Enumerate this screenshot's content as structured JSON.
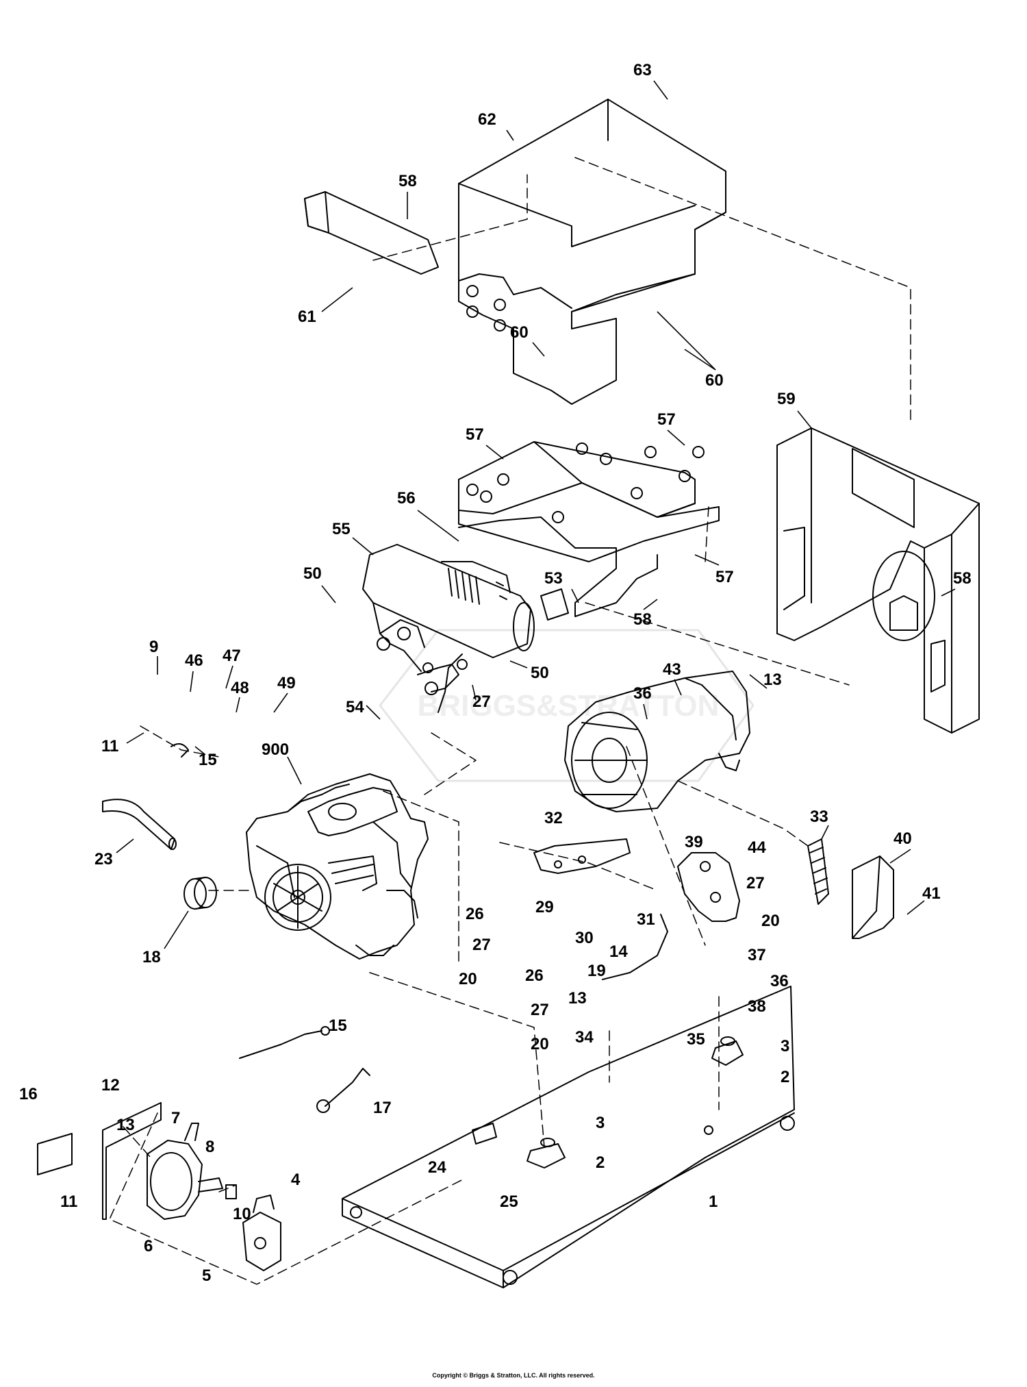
{
  "diagram": {
    "callouts": [
      "63",
      "62",
      "58",
      "61",
      "60",
      "60",
      "59",
      "57",
      "57",
      "57",
      "56",
      "55",
      "50",
      "58",
      "58",
      "53",
      "50",
      "9",
      "46",
      "47",
      "48",
      "49",
      "11",
      "15",
      "54",
      "27",
      "43",
      "36",
      "13",
      "900",
      "23",
      "18",
      "33",
      "40",
      "41",
      "44",
      "27",
      "20",
      "32",
      "39",
      "29",
      "30",
      "31",
      "26",
      "27",
      "20",
      "14",
      "19",
      "37",
      "36",
      "38",
      "26",
      "27",
      "20",
      "13",
      "35",
      "34",
      "3",
      "2",
      "15",
      "17",
      "16",
      "12",
      "13",
      "7",
      "8",
      "3",
      "2",
      "24",
      "25",
      "11",
      "10",
      "4",
      "6",
      "5",
      "1"
    ],
    "watermark": "BRIGGS&STRATTON",
    "copyright": "Copyright © Briggs & Stratton, LLC. All rights reserved."
  }
}
